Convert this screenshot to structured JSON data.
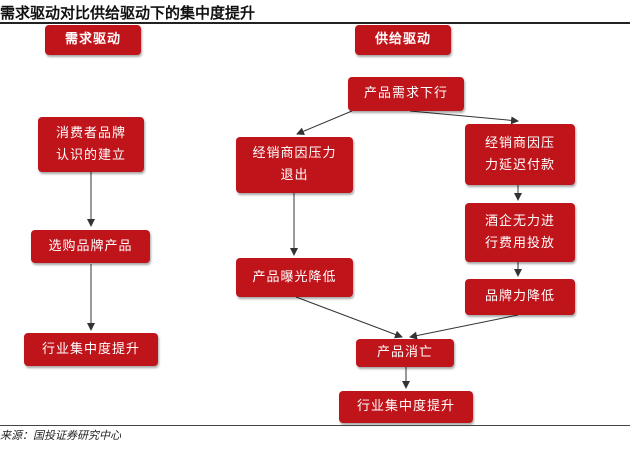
{
  "title": "需求驱动对比供给驱动下的集中度提升",
  "source": "来源：国投证券研究中心",
  "colors": {
    "box_fill": "#c0141b",
    "box_text": "#ffffff",
    "arrow": "#333333"
  },
  "demand": {
    "header": "需求驱动",
    "step1": "消费者品牌\n认识的建立",
    "step2": "选购品牌产品",
    "step3": "行业集中度提升"
  },
  "supply": {
    "header": "供给驱动",
    "top": "产品需求下行",
    "left1": "经销商因压力\n退出",
    "left2": "产品曝光降低",
    "right1": "经销商因压\n力延迟付款",
    "right2": "酒企无力进\n行费用投放",
    "right3": "品牌力降低",
    "merge": "产品消亡",
    "result": "行业集中度提升"
  }
}
